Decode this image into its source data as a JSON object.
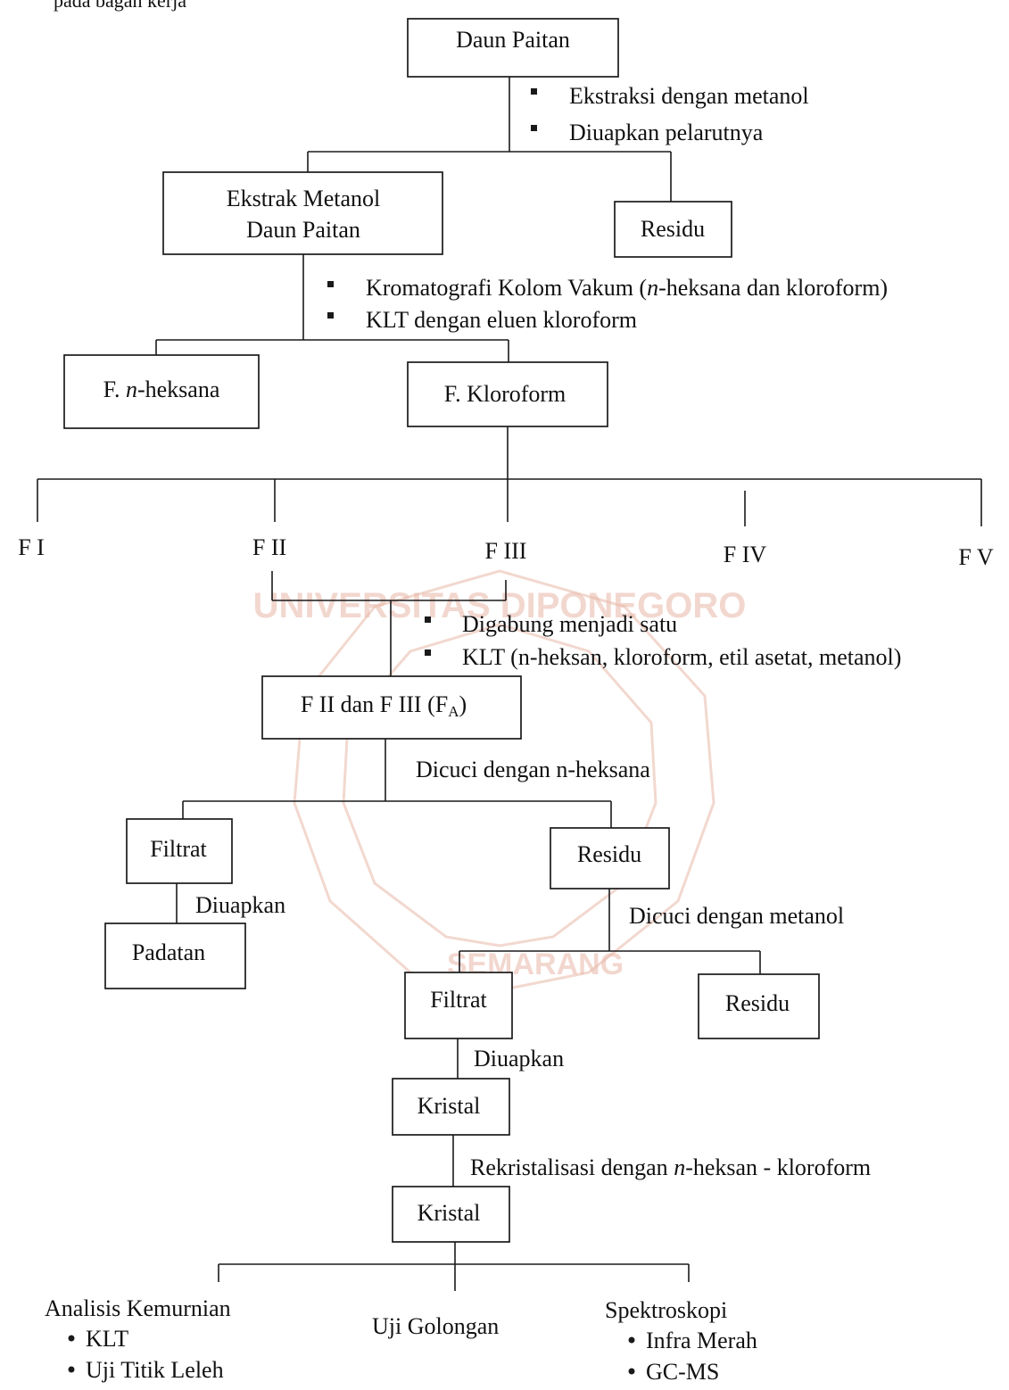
{
  "top_caption": "pada bagan kerja",
  "boxes": {
    "daun_paitan": "Daun Paitan",
    "ekstrak_line1": "Ekstrak Metanol",
    "ekstrak_line2": "Daun Paitan",
    "residu_1": "Residu",
    "f_heksana_prefix": "F. ",
    "f_heksana_n": "n",
    "f_heksana_suffix": "-heksana",
    "f_kloroform": "F. Kloroform",
    "f2_f3_main": "F II dan F III (F",
    "f2_f3_sub": "A",
    "f2_f3_close": ")",
    "filtrat_1": "Filtrat",
    "padatan": "Padatan",
    "residu_2": "Residu",
    "filtrat_2": "Filtrat",
    "residu_3": "Residu",
    "kristal_1": "Kristal",
    "kristal_2": "Kristal"
  },
  "steps": {
    "s1a": "Ekstraksi dengan metanol",
    "s1b": "Diuapkan pelarutnya",
    "s2a_pre": "Kromatografi Kolom Vakum (",
    "s2a_n": "n",
    "s2a_post": "-heksana dan kloroform)",
    "s2b": "KLT dengan eluen kloroform",
    "s3a": "Digabung menjadi satu",
    "s3b": "KLT (n-heksan, kloroform, etil asetat, metanol)",
    "s4": "Dicuci dengan n-heksana",
    "s5": "Diuapkan",
    "s6": "Dicuci dengan metanol",
    "s7": "Diuapkan",
    "s8_pre": "Rekristalisasi dengan ",
    "s8_n": "n",
    "s8_post": "-heksan - kloroform"
  },
  "fractions": [
    "F I",
    "F II",
    "F III",
    "F IV",
    "F V"
  ],
  "final": {
    "analisis_title": "Analisis Kemurnian",
    "analisis_items": [
      "KLT",
      "Uji Titik Leleh"
    ],
    "uji_golongan": "Uji Golongan",
    "spektro_title": "Spektroskopi",
    "spektro_items": [
      "Infra Merah",
      "GC-MS"
    ]
  },
  "watermark": {
    "top_text": "UNIVERSITAS DIPONEGORO",
    "bottom_text": "SEMARANG"
  },
  "colors": {
    "ink": "#111111",
    "watermark": "#e8b8a8"
  }
}
